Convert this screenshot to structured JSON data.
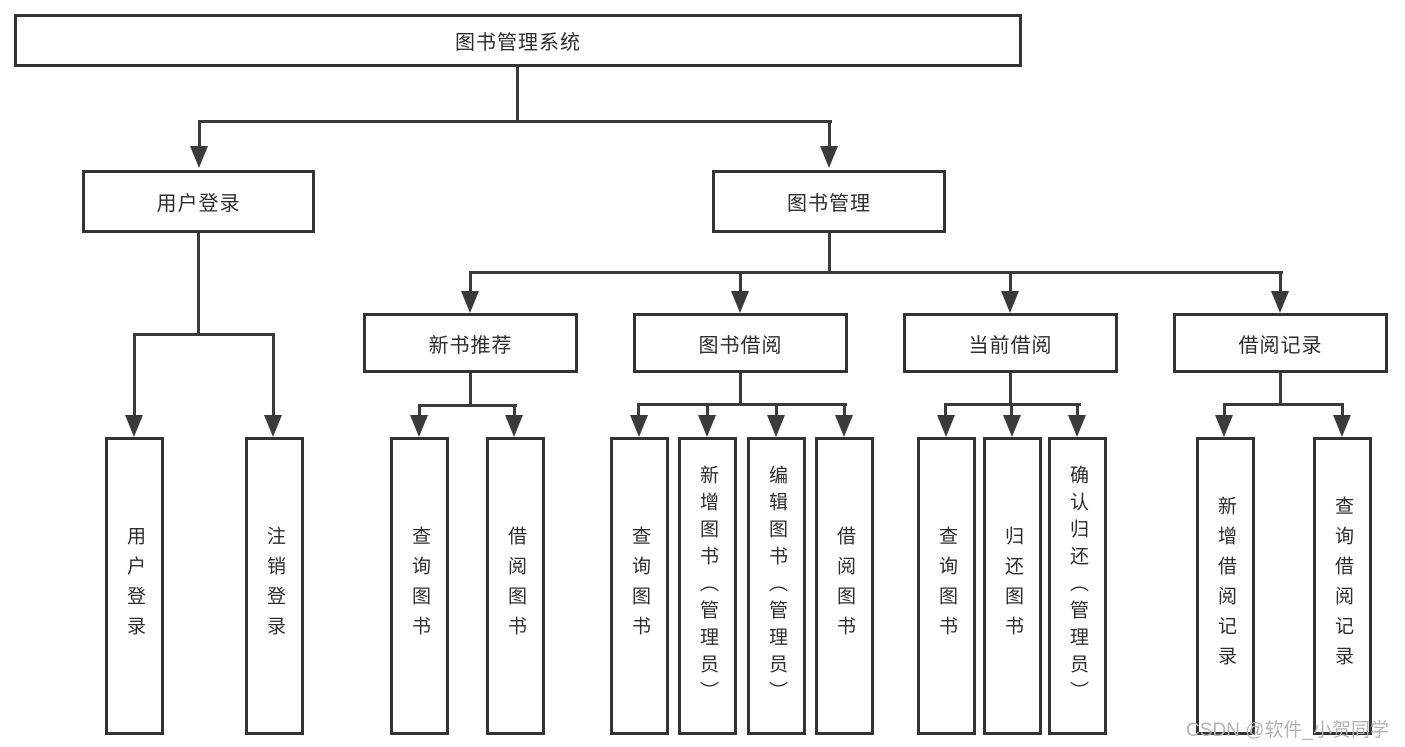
{
  "page": {
    "background": "#ffffff",
    "line_color": "#3a3a3a",
    "box_border_color": "#333333",
    "text_color": "#2d2d2d",
    "watermark_color": "#b3b3b3"
  },
  "root": {
    "label": "图书管理系统"
  },
  "level2": {
    "user_login": {
      "label": "用户登录"
    },
    "book_management": {
      "label": "图书管理"
    }
  },
  "level3": {
    "new_book_recommend": {
      "label": "新书推荐"
    },
    "book_borrow": {
      "label": "图书借阅"
    },
    "current_borrow": {
      "label": "当前借阅"
    },
    "borrow_records": {
      "label": "借阅记录"
    }
  },
  "level4": {
    "user_login_children": [
      {
        "label": "用户登录"
      },
      {
        "label": "注销登录"
      }
    ],
    "new_book_children": [
      {
        "label": "查询图书"
      },
      {
        "label": "借阅图书"
      }
    ],
    "book_borrow_children": [
      {
        "label": "查询图书"
      },
      {
        "label": "新增图书（管理员）"
      },
      {
        "label": "编辑图书（管理员）"
      },
      {
        "label": "借阅图书"
      }
    ],
    "current_borrow_children": [
      {
        "label": "查询图书"
      },
      {
        "label": "归还图书"
      },
      {
        "label": "确认归还（管理员）"
      }
    ],
    "borrow_record_children": [
      {
        "label": "新增借阅记录"
      },
      {
        "label": "查询借阅记录"
      }
    ]
  },
  "watermark": {
    "text": "CSDN @软件_小贺同学"
  }
}
